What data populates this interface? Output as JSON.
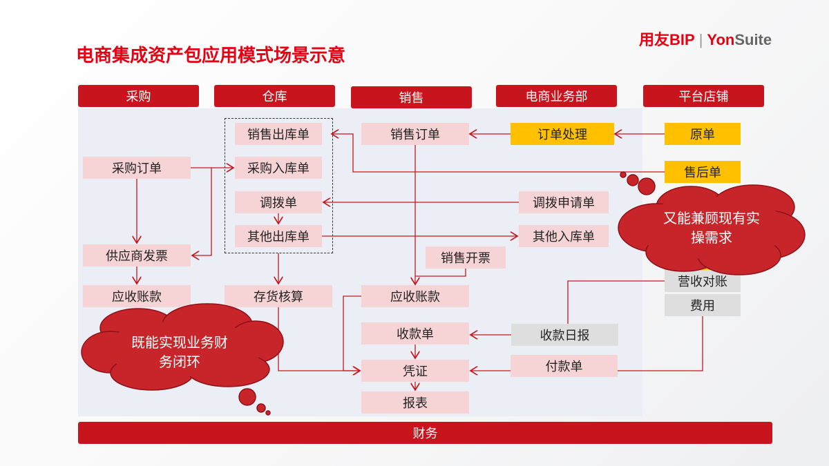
{
  "title": "电商集成资产包应用模式场景示意",
  "logo": {
    "a": "用友BIP",
    "sep": "|",
    "b": "Yon",
    "c": "Suite"
  },
  "headers": [
    "采购",
    "仓库",
    "销售",
    "电商业务部",
    "平台店铺"
  ],
  "purchase": {
    "order": "采购订单",
    "invoice": "供应商发票",
    "payable": "应收账款"
  },
  "warehouse": {
    "sales_out": "销售出库单",
    "purchase_in": "采购入库单",
    "transfer": "调拨单",
    "other_out": "其他出库单",
    "inventory": "存货核算"
  },
  "sales": {
    "order": "销售订单",
    "invoice": "销售开票",
    "receivable": "应收账款",
    "receipt": "收款单",
    "voucher": "凭证",
    "report": "报表"
  },
  "ecommerce": {
    "order_proc": "订单处理",
    "transfer_req": "调拨申请单",
    "other_in": "其他入库单",
    "daily": "收款日报",
    "payment": "付款单"
  },
  "store": {
    "original": "原单",
    "after_sale": "售后单",
    "reconcile": "营收对账",
    "expense": "费用"
  },
  "clouds": {
    "right_line1": "又能兼顾现有实",
    "right_line2": "操需求",
    "left_line1": "既能实现业务财",
    "left_line2": "务闭环"
  },
  "finance": "财务"
}
